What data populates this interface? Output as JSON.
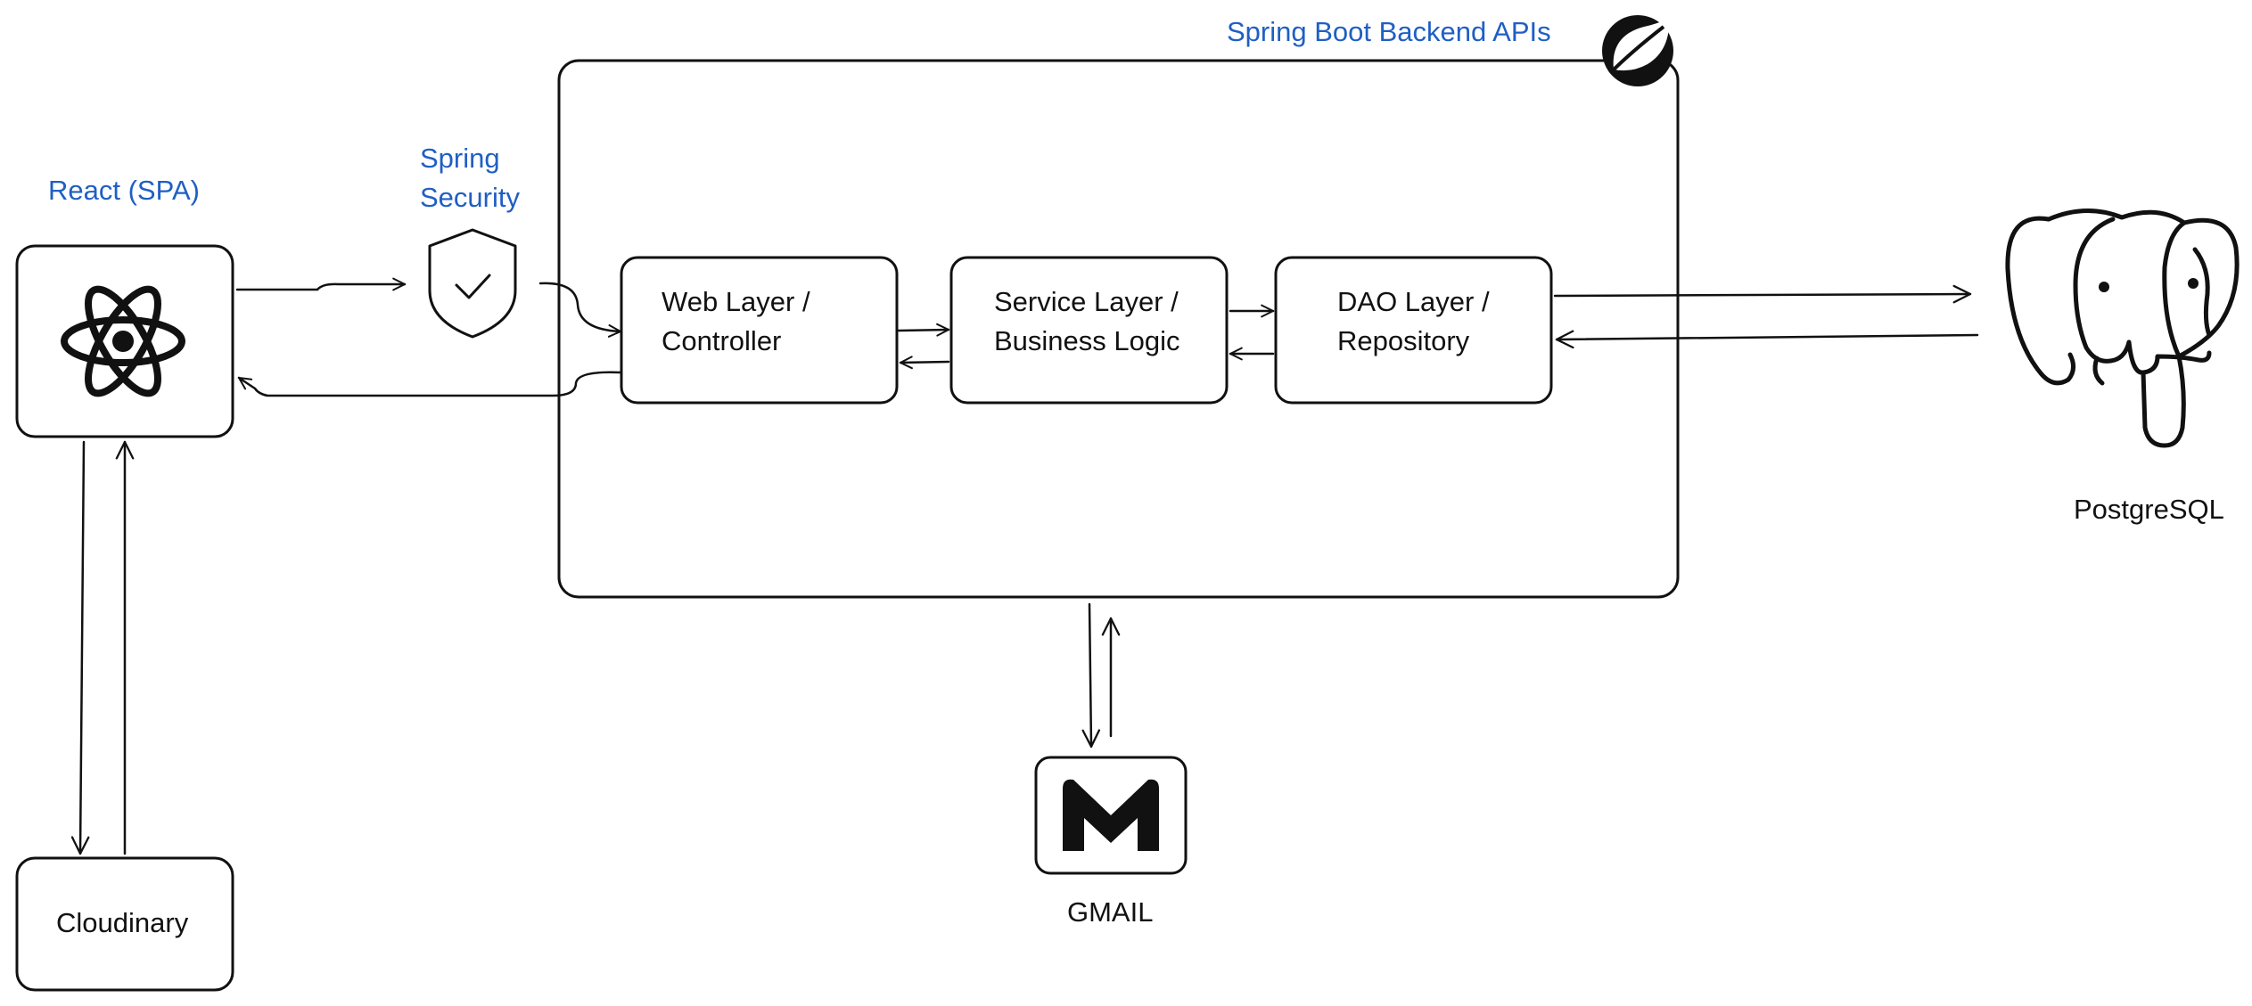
{
  "title": "Spring Boot Backend APIs",
  "colors": {
    "label_blue": "#1f5fc4",
    "stroke": "#111111"
  },
  "nodes": {
    "react": {
      "label": "React (SPA)",
      "icon": "react-icon"
    },
    "security": {
      "label_line1": "Spring",
      "label_line2": "Security",
      "icon": "shield-check-icon"
    },
    "web_layer": {
      "line1": "Web Layer /",
      "line2": "Controller"
    },
    "service_layer": {
      "line1": "Service Layer /",
      "line2": "Business Logic"
    },
    "dao_layer": {
      "line1": "DAO Layer /",
      "line2": "Repository"
    },
    "postgres": {
      "label": "PostgreSQL",
      "icon": "postgresql-elephant-icon"
    },
    "gmail": {
      "label": "GMAIL",
      "icon": "gmail-icon"
    },
    "cloudinary": {
      "label": "Cloudinary"
    },
    "spring": {
      "icon": "spring-leaf-icon"
    }
  }
}
